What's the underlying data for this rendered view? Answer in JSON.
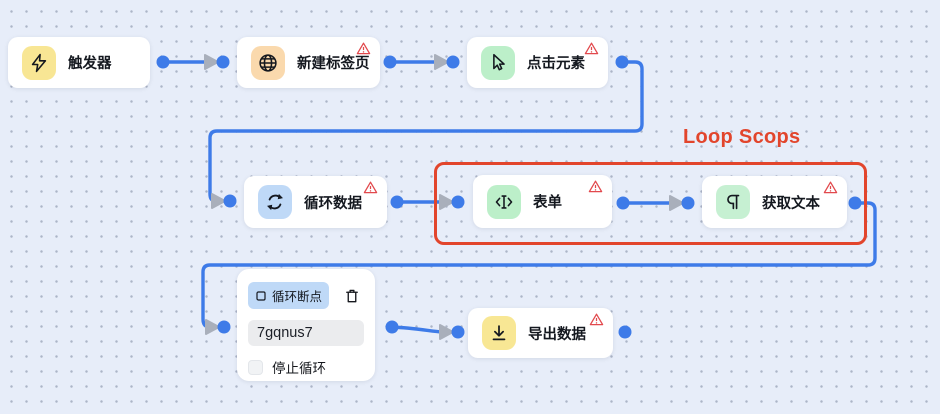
{
  "canvas": {
    "background_color": "#E7EDF9",
    "dot_color": "#7D87A0"
  },
  "colors": {
    "edge_blue": "#3E7BE8",
    "port_blue": "#3E7BE8",
    "arrow_gray": "#A9AFBB",
    "warning_red": "#E2494D",
    "scope_red": "#E2452C"
  },
  "loop_annotation": {
    "label": "Loop Scops"
  },
  "nodes": [
    {
      "label": "触发器",
      "icon": "lightning-icon",
      "icon_bg": "#F8E694",
      "warning": false
    },
    {
      "label": "新建标签页",
      "icon": "globe-icon",
      "icon_bg": "#FAD9AD",
      "warning": true
    },
    {
      "label": "点击元素",
      "icon": "cursor-icon",
      "icon_bg": "#BCEFC9",
      "warning": true
    },
    {
      "label": "循环数据",
      "icon": "loop-icon",
      "icon_bg": "#BFD9F7",
      "warning": true
    },
    {
      "label": "表单",
      "icon": "text-cursor-icon",
      "icon_bg": "#BDEECB",
      "warning": true
    },
    {
      "label": "获取文本",
      "icon": "pilcrow-icon",
      "icon_bg": "#C6F0D2",
      "warning": true
    },
    {
      "label": "导出数据",
      "icon": "download-icon",
      "icon_bg": "#F8E794",
      "warning": true
    }
  ],
  "breakpoint_node": {
    "badge_label": "循环断点",
    "badge_icon": "stop-square-icon",
    "trash_icon": "trash-icon",
    "input_value": "7gqnus7",
    "checkbox_label": "停止循环",
    "checkbox_checked": false
  }
}
